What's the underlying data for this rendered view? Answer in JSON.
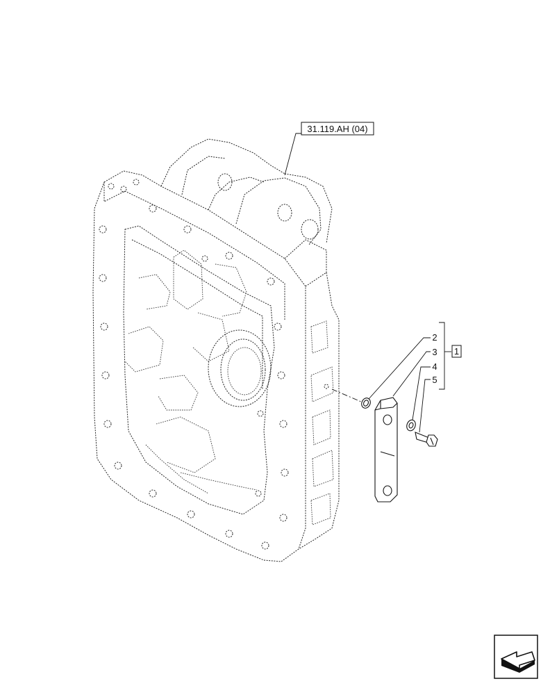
{
  "reference_label": "31.119.AH (04)",
  "group_label": "1",
  "item_numbers": [
    "2",
    "3",
    "4",
    "5"
  ],
  "nav_icon": "next-page-arrow-icon"
}
